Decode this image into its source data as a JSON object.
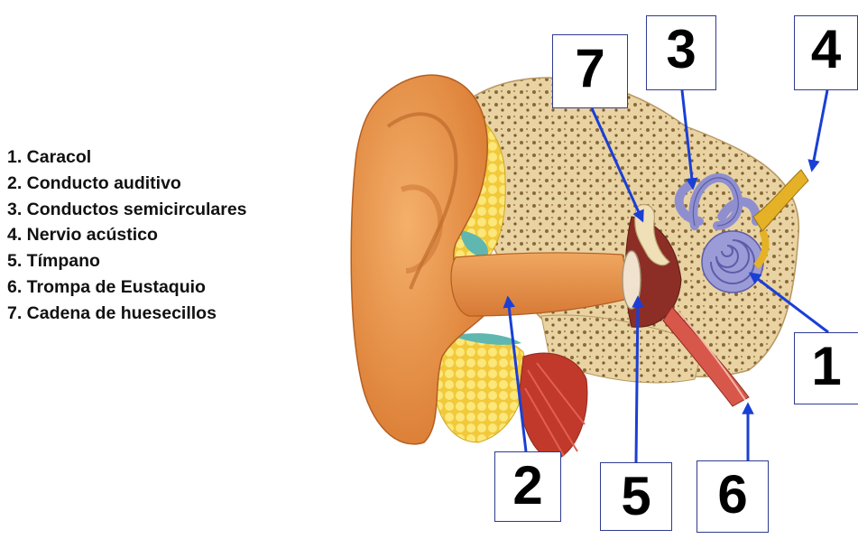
{
  "legend": {
    "items": [
      "1. Caracol",
      "2. Conducto auditivo",
      "3. Conductos semicirculares",
      "4. Nervio acústico",
      "5. Tímpano",
      "6. Trompa de Eustaquio",
      "7. Cadena de huesecillos"
    ]
  },
  "labels": [
    "1",
    "2",
    "3",
    "4",
    "5",
    "6",
    "7"
  ],
  "colors": {
    "arrow": "#1a3fd6",
    "box_border": "#2f3b8f",
    "skin": "#e8964a",
    "bone": "#e9d3a2",
    "fat": "#f6dc4a",
    "cochlea": "#8f8fd0",
    "muscle": "#c0392b"
  }
}
